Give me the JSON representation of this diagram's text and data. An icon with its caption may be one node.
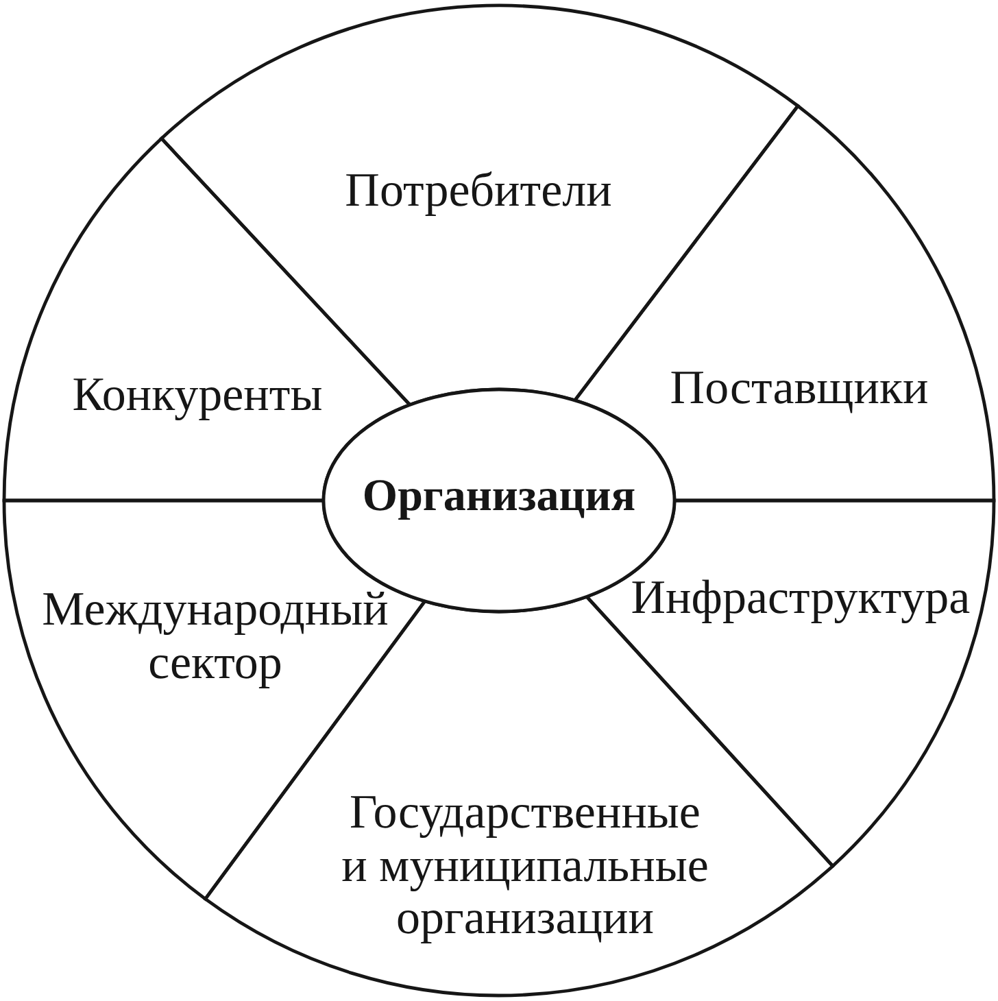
{
  "diagram": {
    "nodes": [
      {
        "text": [
          "Потребители"
        ]
      },
      {
        "text": [
          "Конкуренты"
        ]
      },
      {
        "text": [
          "Поставщики"
        ]
      },
      {
        "text": [
          "Организация"
        ]
      },
      {
        "text": [
          "Международный сектор"
        ]
      },
      {
        "text": [
          "Инфраструктура"
        ]
      },
      {
        "text": [
          "Государственные и муниципальные организации"
        ]
      }
    ]
  }
}
